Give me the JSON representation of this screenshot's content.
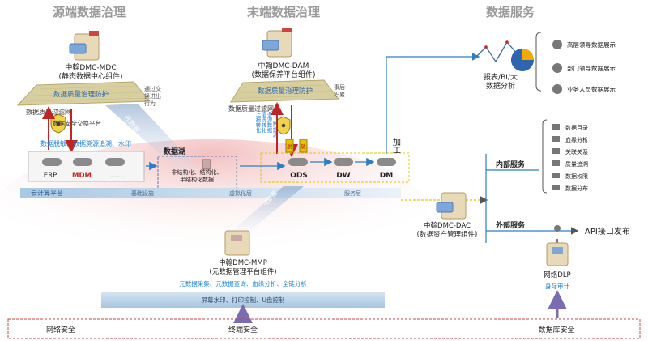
{
  "headers": {
    "source": "源端数据治理",
    "terminal": "末端数据治理",
    "services": "数据服务"
  },
  "mdc": {
    "title": "中翰DMC-MDC",
    "subtitle": "(静态数据中心组件)",
    "platform_label": "数据质量治理防护",
    "filter_label": "数据质量过滤网",
    "sec_label": "数据安全交换平台",
    "side_note": [
      "通过交",
      "换进出",
      "行为"
    ],
    "meta_label": "元数据"
  },
  "source_sys": {
    "caption": "数据脱敏、数据溯源追溯、水印",
    "items": [
      "ERP",
      "MDM",
      "……"
    ]
  },
  "dam": {
    "title": "中翰DMC-DAM",
    "subtitle": "(数据保养平台组件)",
    "platform_label": "数据质量治理防护",
    "filter_label": "数据质量过滤网",
    "side_note": [
      "事后",
      "积累"
    ],
    "vertical_note": [
      "多源数据",
      "清洗转化",
      "上报转化",
      "数据源"
    ],
    "badge_1": "脱",
    "badge_2": "敏"
  },
  "lake": {
    "title": "数据湖",
    "desc": [
      "非结构化、结构化、",
      "半结构化数据"
    ]
  },
  "warehouse": {
    "nodes": [
      "ODS",
      "DW",
      "DM"
    ],
    "process": "加工"
  },
  "cloud": {
    "title": "云计算平台",
    "layers": [
      "基础设施",
      "虚拟化层",
      "服务层"
    ]
  },
  "dac": {
    "title": "中翰DMC-DAC",
    "subtitle": "(数据资产管理组件)"
  },
  "mmp": {
    "title": "中翰DMC-MMP",
    "subtitle": "(元数据管理平台组件)",
    "features": "元数据采集、元数据查询、血缘分析、全链分析",
    "meta_label": "元数据"
  },
  "endpoint_bar": "屏幕水印、打印控制、U盘控制",
  "security": [
    "网络安全",
    "终端安全",
    "数据库安全"
  ],
  "report": {
    "label": [
      "报表/BI/大",
      "数据分析"
    ]
  },
  "display_items": [
    "高层领导数据展示",
    "部门领导数据展示",
    "业务人员数据展示"
  ],
  "internal": {
    "title": "内部服务",
    "items": [
      "数据目录",
      "血缘分析",
      "关联关系",
      "质量追溯",
      "数据权限",
      "数据分布"
    ]
  },
  "external": {
    "title": "外部服务",
    "api": "API接口发布"
  },
  "dlp": {
    "title": "网络DLP",
    "subtitle": "身际审计"
  },
  "colors": {
    "accent_blue": "#1f7ad6",
    "red": "#cc2222",
    "gold": "#e8c400",
    "platform": "#d8cfa0",
    "cloud": "#bcd5ea"
  }
}
